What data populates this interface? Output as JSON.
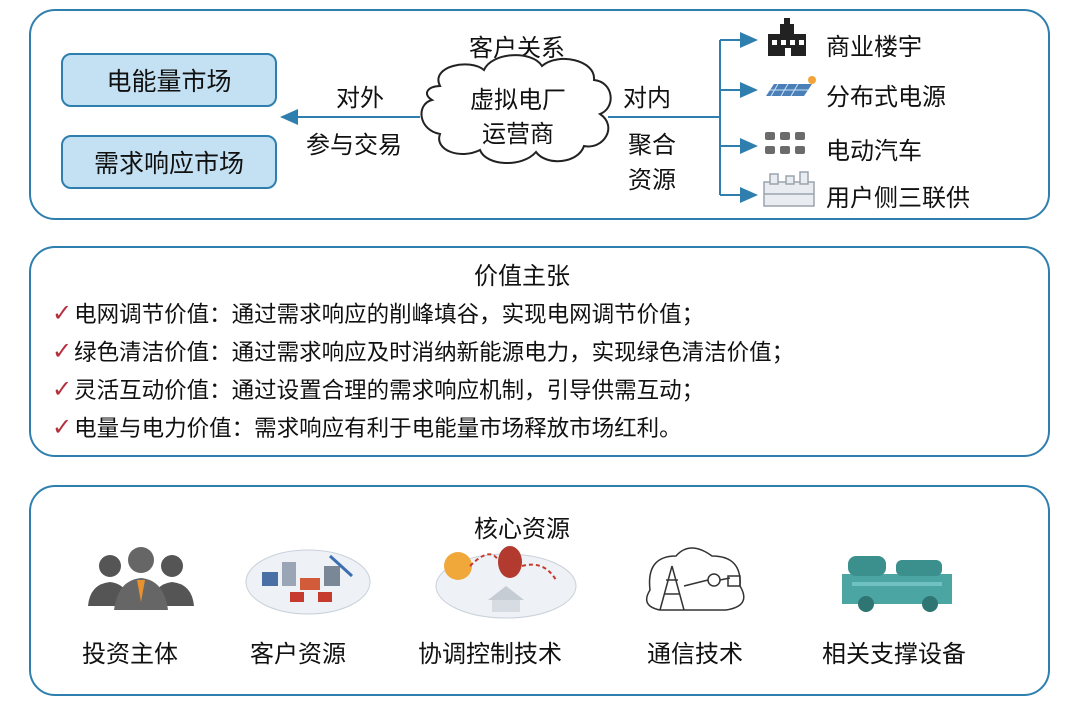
{
  "top": {
    "customer_relation": "客户关系",
    "markets": [
      "电能量市场",
      "需求响应市场"
    ],
    "external_top": "对外",
    "external_bottom": "参与交易",
    "cloud_line1": "虚拟电厂",
    "cloud_line2": "运营商",
    "internal": "对内",
    "aggregate_line1": "聚合",
    "aggregate_line2": "资源",
    "resources": [
      {
        "label": "商业楼宇",
        "icon": "commercial-building-icon"
      },
      {
        "label": "分布式电源",
        "icon": "solar-panel-icon"
      },
      {
        "label": "电动汽车",
        "icon": "electric-vehicle-icon"
      },
      {
        "label": "用户侧三联供",
        "icon": "trigeneration-plant-icon"
      }
    ]
  },
  "value": {
    "title": "价值主张",
    "items": [
      "电网调节价值：通过需求响应的削峰填谷，实现电网调节价值；",
      "绿色清洁价值：通过需求响应及时消纳新能源电力，实现绿色清洁价值；",
      "灵活互动价值：通过设置合理的需求响应机制，引导供需互动；",
      "电量与电力价值：需求响应有利于电能量市场释放市场红利。"
    ]
  },
  "core": {
    "title": "核心资源",
    "items": [
      {
        "label": "投资主体",
        "icon": "investors-icon"
      },
      {
        "label": "客户资源",
        "icon": "customer-resources-icon"
      },
      {
        "label": "协调控制技术",
        "icon": "coordination-control-icon"
      },
      {
        "label": "通信技术",
        "icon": "communication-tower-icon"
      },
      {
        "label": "相关支撑设备",
        "icon": "support-equipment-icon"
      }
    ]
  },
  "colors": {
    "border": "#2f7fae",
    "market_fill": "#c3e1f3",
    "check": "#b5303c",
    "arrow": "#2f7fae"
  }
}
